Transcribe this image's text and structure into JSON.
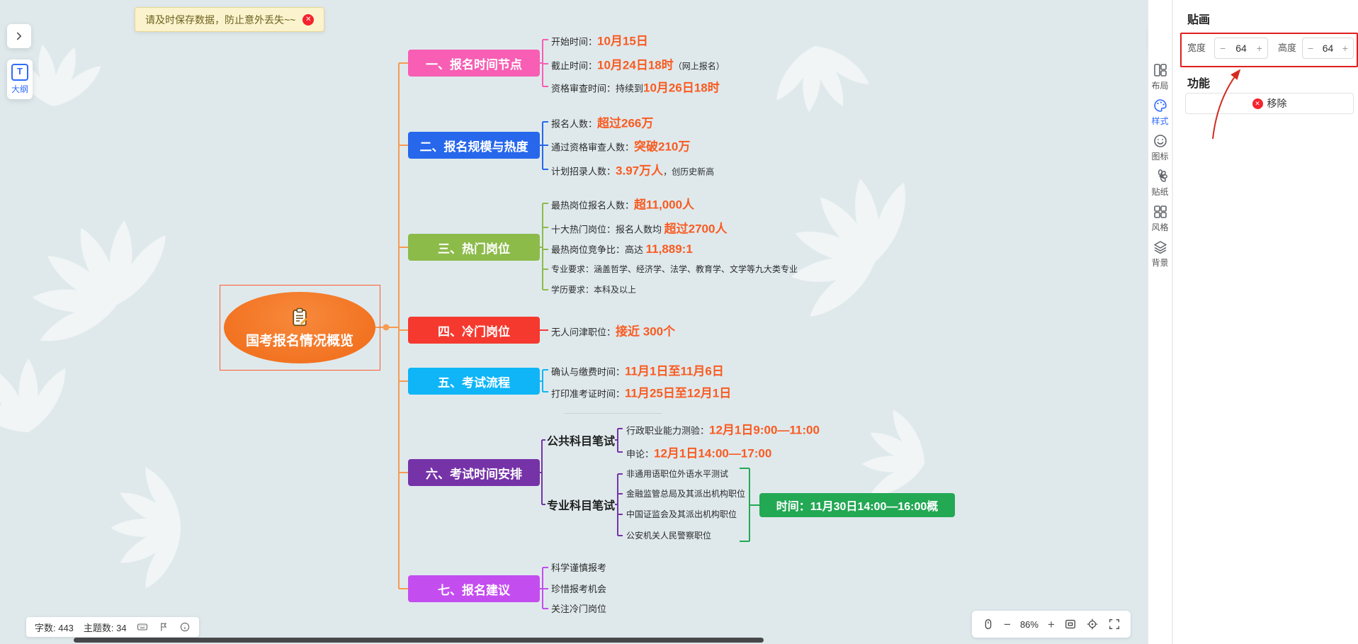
{
  "colors": {
    "canvas_bg": "#dfe9ec",
    "trunk": "#f79a52",
    "highlight": "#f95b21",
    "accent_blue": "#2f6bff",
    "annotation_red": "#e01e1e"
  },
  "icons": {
    "close": "✕",
    "minus": "−",
    "plus": "+",
    "outline_letter": "T"
  },
  "toast": {
    "text": "请及时保存数据，防止意外丢失~~"
  },
  "left_toolbar": {
    "outline_label": "大纲"
  },
  "mindmap": {
    "root": {
      "label": "国考报名情况概览"
    },
    "branches": [
      {
        "label": "一、报名时间节点",
        "color": "#f75eb4",
        "children": [
          {
            "prefix": "开始时间：",
            "highlight": "10月15日",
            "suffix": ""
          },
          {
            "prefix": "截止时间：",
            "highlight": "10月24日18时",
            "suffix": "（网上报名）"
          },
          {
            "prefix": "资格审查时间：持续到",
            "highlight": "10月26日18时",
            "suffix": ""
          }
        ]
      },
      {
        "label": "二、报名规模与热度",
        "color": "#2767ec",
        "children": [
          {
            "prefix": "报名人数：",
            "highlight": "超过266万",
            "suffix": ""
          },
          {
            "prefix": "通过资格审查人数：",
            "highlight": "突破210万",
            "suffix": ""
          },
          {
            "prefix": "计划招录人数：",
            "highlight": "3.97万人",
            "suffix": "，创历史新高"
          }
        ]
      },
      {
        "label": "三、热门岗位",
        "color": "#8cbb4a",
        "children": [
          {
            "prefix": "最热岗位报名人数：",
            "highlight": "超11,000人",
            "suffix": ""
          },
          {
            "prefix": "十大热门岗位：报名人数均 ",
            "highlight": "超过2700人",
            "suffix": ""
          },
          {
            "prefix": "最热岗位竞争比：高达 ",
            "highlight": "11,889:1",
            "suffix": ""
          },
          {
            "prefix": "专业要求：涵盖哲学、经济学、法学、教育学、文学等九大类专业",
            "highlight": "",
            "suffix": ""
          },
          {
            "prefix": "学历要求：本科及以上",
            "highlight": "",
            "suffix": ""
          }
        ]
      },
      {
        "label": "四、冷门岗位",
        "color": "#f5392f",
        "children": [
          {
            "prefix": "无人问津职位：",
            "highlight": "接近 300个",
            "suffix": ""
          }
        ]
      },
      {
        "label": "五、考试流程",
        "color": "#0fb5f7",
        "children": [
          {
            "prefix": "确认与缴费时间：",
            "highlight": "11月1日至11月6日",
            "suffix": ""
          },
          {
            "prefix": "打印准考证时间：",
            "highlight": "11月25日至12月1日",
            "suffix": ""
          }
        ]
      },
      {
        "label": "六、考试时间安排",
        "color": "#7633a8",
        "groups": [
          {
            "label": "公共科目笔试",
            "children": [
              {
                "prefix": "行政职业能力测验：",
                "highlight": "12月1日9:00—11:00",
                "suffix": ""
              },
              {
                "prefix": "申论：",
                "highlight": "12月1日14:00—17:00",
                "suffix": ""
              }
            ]
          },
          {
            "label": "专业科目笔试",
            "children": [
              {
                "prefix": "非通用语职位外语水平测试"
              },
              {
                "prefix": "金融监管总局及其派出机构职位"
              },
              {
                "prefix": "中国证监会及其派出机构职位"
              },
              {
                "prefix": "公安机关人民警察职位"
              }
            ],
            "summary": {
              "label": "时间：11月30日14:00—16:00概",
              "color": "#23a854"
            }
          }
        ]
      },
      {
        "label": "七、报名建议",
        "color": "#c44df0",
        "children": [
          {
            "prefix": "科学谨慎报考"
          },
          {
            "prefix": "珍惜报考机会"
          },
          {
            "prefix": "关注冷门岗位"
          }
        ]
      }
    ]
  },
  "status_bar": {
    "word_count": "字数: 443",
    "topic_count": "主题数: 34"
  },
  "zoom_bar": {
    "zoom_level": "86%"
  },
  "right_toolbar": {
    "items": [
      "布局",
      "样式",
      "图标",
      "贴纸",
      "风格",
      "背景"
    ],
    "active": "样式"
  },
  "panel": {
    "title": "贴画",
    "width_label": "宽度",
    "width_value": "64",
    "height_label": "高度",
    "height_value": "64",
    "function_title": "功能",
    "remove_label": "移除"
  }
}
